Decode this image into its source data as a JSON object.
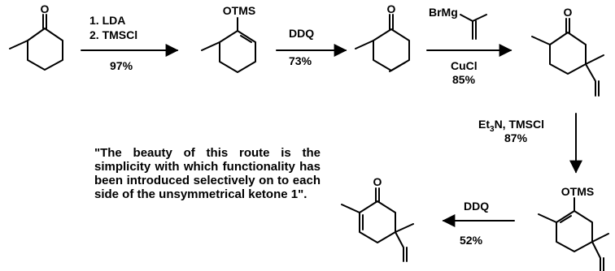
{
  "step1": {
    "line1": "1. LDA",
    "line2": "2. TMSCl",
    "yield": "97%"
  },
  "step2": {
    "reagent": "DDQ",
    "yield": "73%"
  },
  "step3": {
    "reagent_top": "BrMg",
    "reagent": "CuCl",
    "yield": "85%"
  },
  "step4": {
    "reagent": "Et3N, TMSCl",
    "yield": "87%"
  },
  "step5": {
    "reagent": "DDQ",
    "yield": "52%"
  },
  "atoms": {
    "ketone_O": "O",
    "otms_1": "OTMS",
    "enone_O": "O",
    "product3_O": "O",
    "otms_2": "OTMS",
    "final_O": "O"
  },
  "quote": "\"The beauty of this route is the simplicity with which functionality has been introduced selectively on to each side of the unsymmetrical ketone 1\"."
}
